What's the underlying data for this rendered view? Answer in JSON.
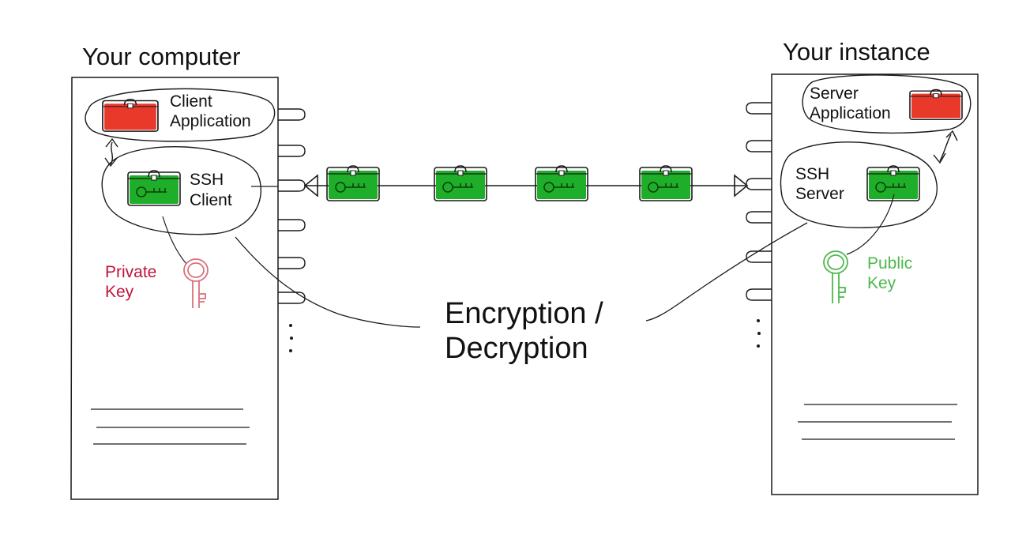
{
  "left_machine": {
    "title": "Your computer",
    "app_label_1": "Client",
    "app_label_2": "Application",
    "ssh_label_1": "SSH",
    "ssh_label_2": "Client",
    "key_label_1": "Private",
    "key_label_2": "Key"
  },
  "right_machine": {
    "title": "Your instance",
    "app_label_1": "Server",
    "app_label_2": "Application",
    "ssh_label_1": "SSH",
    "ssh_label_2": "Server",
    "key_label_1": "Public",
    "key_label_2": "Key"
  },
  "center": {
    "label_1": "Encryption /",
    "label_2": "Decryption"
  },
  "colors": {
    "app_box": "#e8392b",
    "ssh_box": "#1fae2a",
    "private_key": "#d9707a",
    "public_key": "#4cb84c",
    "stroke": "#1a1a1a"
  },
  "icons": {
    "app_box": "toolbox-icon",
    "ssh_box": "key-toolbox-icon",
    "private_key": "key-icon",
    "public_key": "key-icon"
  }
}
